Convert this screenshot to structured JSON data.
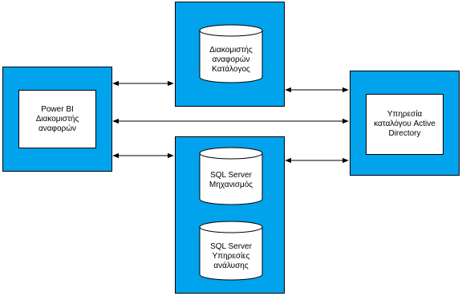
{
  "nodes": {
    "power_bi": {
      "label": "Power BI\nΔιακομιστής\nαναφορών"
    },
    "catalog_server": {
      "label": "Διακομιστής\nαναφορών\nΚατάλογος"
    },
    "sql_engine": {
      "label": "SQL Server\nΜηχανισμός"
    },
    "sql_analysis": {
      "label": "SQL Server\nΥπηρεσίες\nανάλυσης"
    },
    "active_directory": {
      "label": "Υπηρεσία\nκαταλόγου Active\nDirectory"
    }
  },
  "colors": {
    "box_fill": "#00a3ec",
    "inner_fill": "#ffffff",
    "line": "#000000"
  }
}
